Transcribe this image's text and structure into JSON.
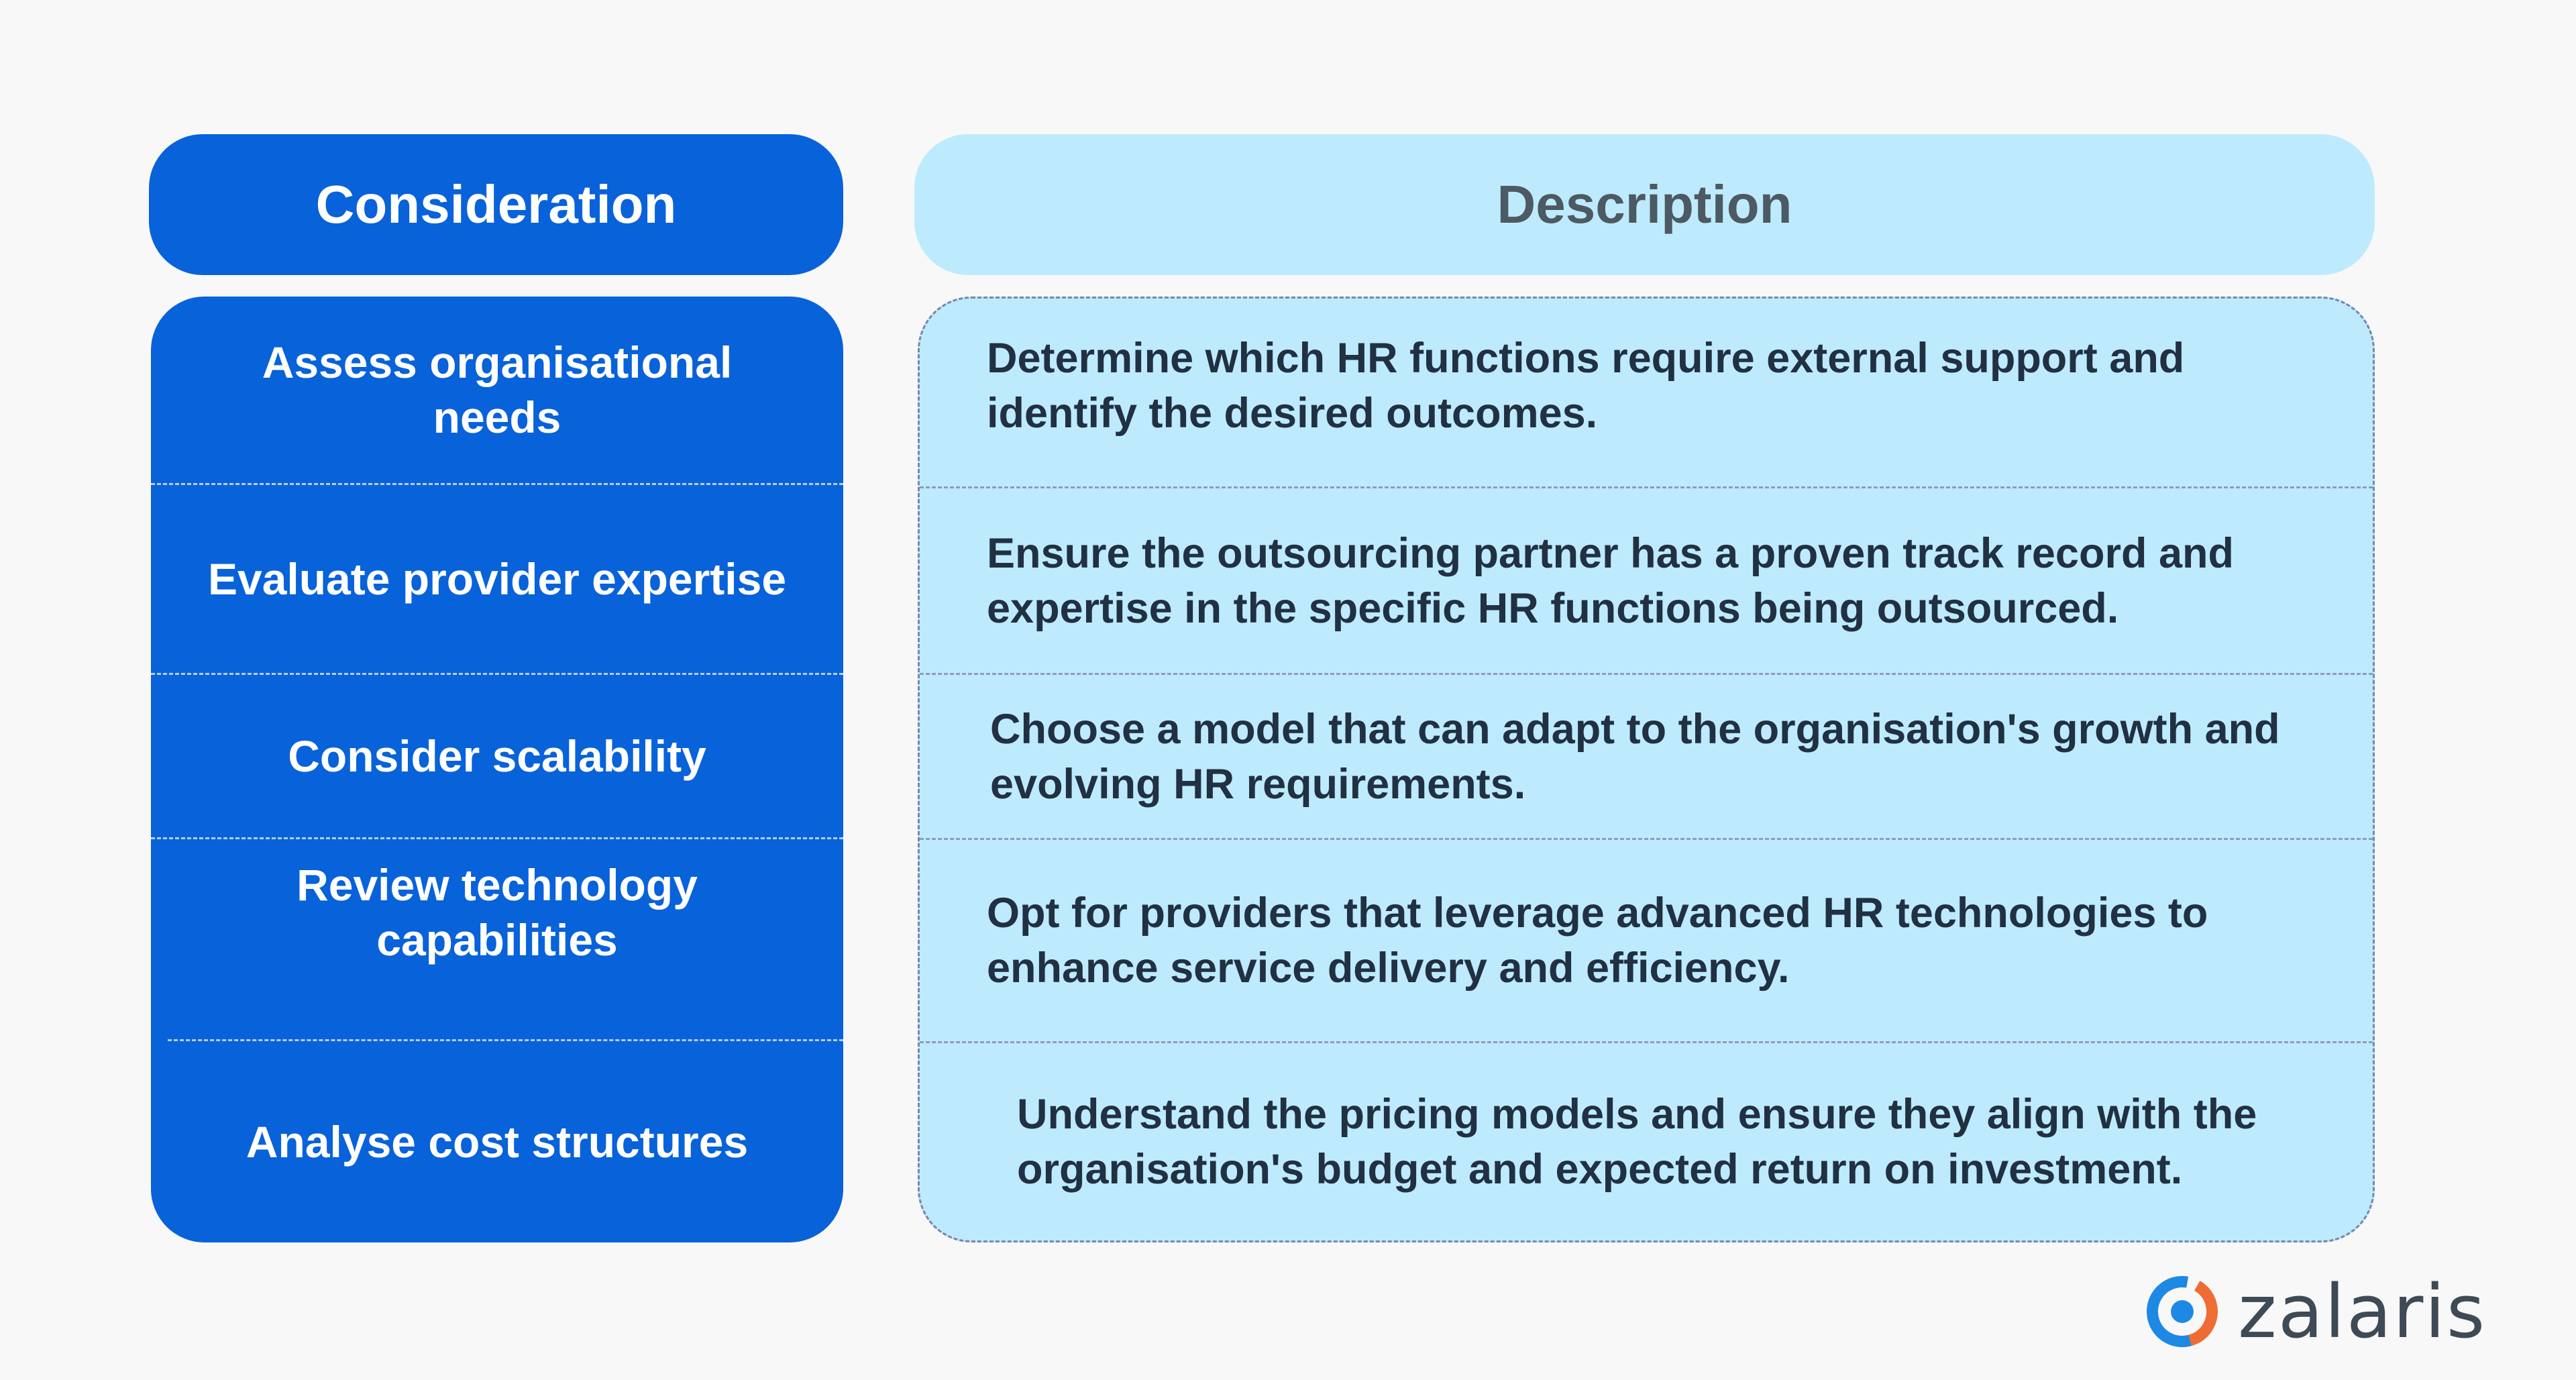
{
  "headers": {
    "consideration": "Consideration",
    "description": "Description"
  },
  "rows": [
    {
      "consideration": "Assess organisational needs",
      "description": "Determine which HR functions require external support and identify the desired outcomes."
    },
    {
      "consideration": "Evaluate provider expertise",
      "description": "Ensure the outsourcing partner has a proven track record and expertise in the specific HR functions being outsourced."
    },
    {
      "consideration": "Consider scalability",
      "description": "Choose a model that can adapt to the organisation's growth and evolving HR requirements."
    },
    {
      "consideration": "Review technology capabilities",
      "description": "Opt for providers that leverage advanced HR technologies to enhance service delivery and efficiency."
    },
    {
      "consideration": "Analyse cost structures",
      "description": "Understand the pricing models and ensure they align with the organisation's budget and expected return on investment."
    }
  ],
  "brand": {
    "name": "zalaris",
    "icon": "zalaris-logo-icon"
  },
  "colors": {
    "primary_blue": "#0862da",
    "light_blue": "#bdebfd",
    "description_text": "#213042",
    "header_text_dark": "#4d5a63",
    "logo_blue": "#1e88e5",
    "logo_orange": "#ef6c35"
  }
}
